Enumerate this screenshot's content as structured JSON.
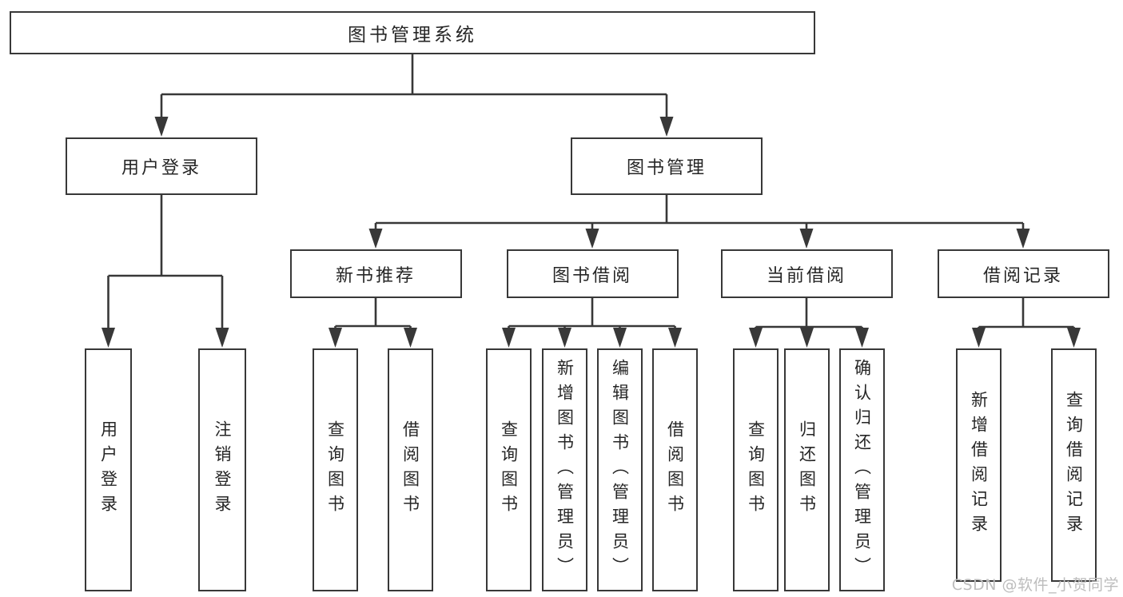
{
  "diagram_type": "hierarchy-tree",
  "nodes": [
    {
      "id": "root",
      "label": "图书管理系统",
      "parent": null,
      "orientation": "horizontal"
    },
    {
      "id": "user-login",
      "label": "用户登录",
      "parent": "root",
      "orientation": "horizontal"
    },
    {
      "id": "book-management",
      "label": "图书管理",
      "parent": "root",
      "orientation": "horizontal"
    },
    {
      "id": "new-book-recommend",
      "label": "新书推荐",
      "parent": "book-management",
      "orientation": "horizontal"
    },
    {
      "id": "book-borrowing",
      "label": "图书借阅",
      "parent": "book-management",
      "orientation": "horizontal"
    },
    {
      "id": "current-borrowing",
      "label": "当前借阅",
      "parent": "book-management",
      "orientation": "horizontal"
    },
    {
      "id": "borrowing-records",
      "label": "借阅记录",
      "parent": "book-management",
      "orientation": "horizontal"
    },
    {
      "id": "user-login-leaf",
      "label": "用户登录",
      "parent": "user-login",
      "orientation": "vertical"
    },
    {
      "id": "logout-leaf",
      "label": "注销登录",
      "parent": "user-login",
      "orientation": "vertical"
    },
    {
      "id": "query-books-recommend",
      "label": "查询图书",
      "parent": "new-book-recommend",
      "orientation": "vertical"
    },
    {
      "id": "borrow-books-recommend",
      "label": "借阅图书",
      "parent": "new-book-recommend",
      "orientation": "vertical"
    },
    {
      "id": "query-books-borrowing",
      "label": "查询图书",
      "parent": "book-borrowing",
      "orientation": "vertical"
    },
    {
      "id": "add-books-admin",
      "label": "新增图书（管理员）",
      "parent": "book-borrowing",
      "orientation": "vertical"
    },
    {
      "id": "edit-books-admin",
      "label": "编辑图书（管理员）",
      "parent": "book-borrowing",
      "orientation": "vertical"
    },
    {
      "id": "borrow-books-borrowing",
      "label": "借阅图书",
      "parent": "book-borrowing",
      "orientation": "vertical"
    },
    {
      "id": "query-books-current",
      "label": "查询图书",
      "parent": "current-borrowing",
      "orientation": "vertical"
    },
    {
      "id": "return-books",
      "label": "归还图书",
      "parent": "current-borrowing",
      "orientation": "vertical"
    },
    {
      "id": "confirm-return-admin",
      "label": "确认归还（管理员）",
      "parent": "current-borrowing",
      "orientation": "vertical"
    },
    {
      "id": "add-borrow-record",
      "label": "新增借阅记录",
      "parent": "borrowing-records",
      "orientation": "vertical"
    },
    {
      "id": "query-borrow-record",
      "label": "查询借阅记录",
      "parent": "borrowing-records",
      "orientation": "vertical"
    }
  ],
  "watermark": {
    "text": "CSDN @软件_小贺同学"
  },
  "colors": {
    "background": "#ffffff",
    "line": "#383838",
    "box_border": "#383838",
    "text": "#262626",
    "watermark": "#bdbdbd"
  }
}
